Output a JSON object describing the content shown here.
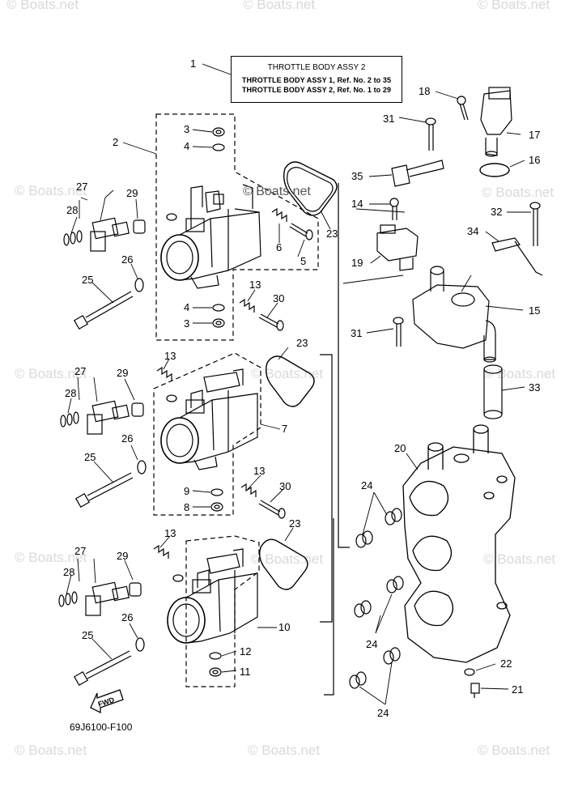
{
  "title_box": {
    "line1": "THROTTLE BODY ASSY 2",
    "line2": "THROTTLE BODY ASSY 1,  Ref. No. 2 to 35",
    "line3": "THROTTLE BODY ASSY 2,  Ref. No. 1 to 29"
  },
  "footer_code": "69J6100-F100",
  "watermark": "© Boats.net",
  "center_watermark": "© Boats.net",
  "fwd_label": "FWD",
  "labels": {
    "l1": "1",
    "l2": "2",
    "l3": "3",
    "l3b": "3",
    "l4": "4",
    "l4b": "4",
    "l5": "5",
    "l6": "6",
    "l7": "7",
    "l8": "8",
    "l9": "9",
    "l10": "10",
    "l11": "11",
    "l12": "12",
    "l13a": "13",
    "l13b": "13",
    "l13c": "13",
    "l13d": "13",
    "l14": "14",
    "l15": "15",
    "l16": "16",
    "l17": "17",
    "l18": "18",
    "l19": "19",
    "l20": "20",
    "l21": "21",
    "l22": "22",
    "l23a": "23",
    "l23b": "23",
    "l23c": "23",
    "l24a": "24",
    "l24b": "24",
    "l24c": "24",
    "l25a": "25",
    "l25b": "25",
    "l25c": "25",
    "l26a": "26",
    "l26b": "26",
    "l26c": "26",
    "l27a": "27",
    "l27b": "27",
    "l27c": "27",
    "l28a": "28",
    "l28b": "28",
    "l28c": "28",
    "l29a": "29",
    "l29b": "29",
    "l29c": "29",
    "l30a": "30",
    "l30b": "30",
    "l31a": "31",
    "l31b": "31",
    "l32": "32",
    "l33": "33",
    "l34": "34",
    "l35": "35"
  }
}
